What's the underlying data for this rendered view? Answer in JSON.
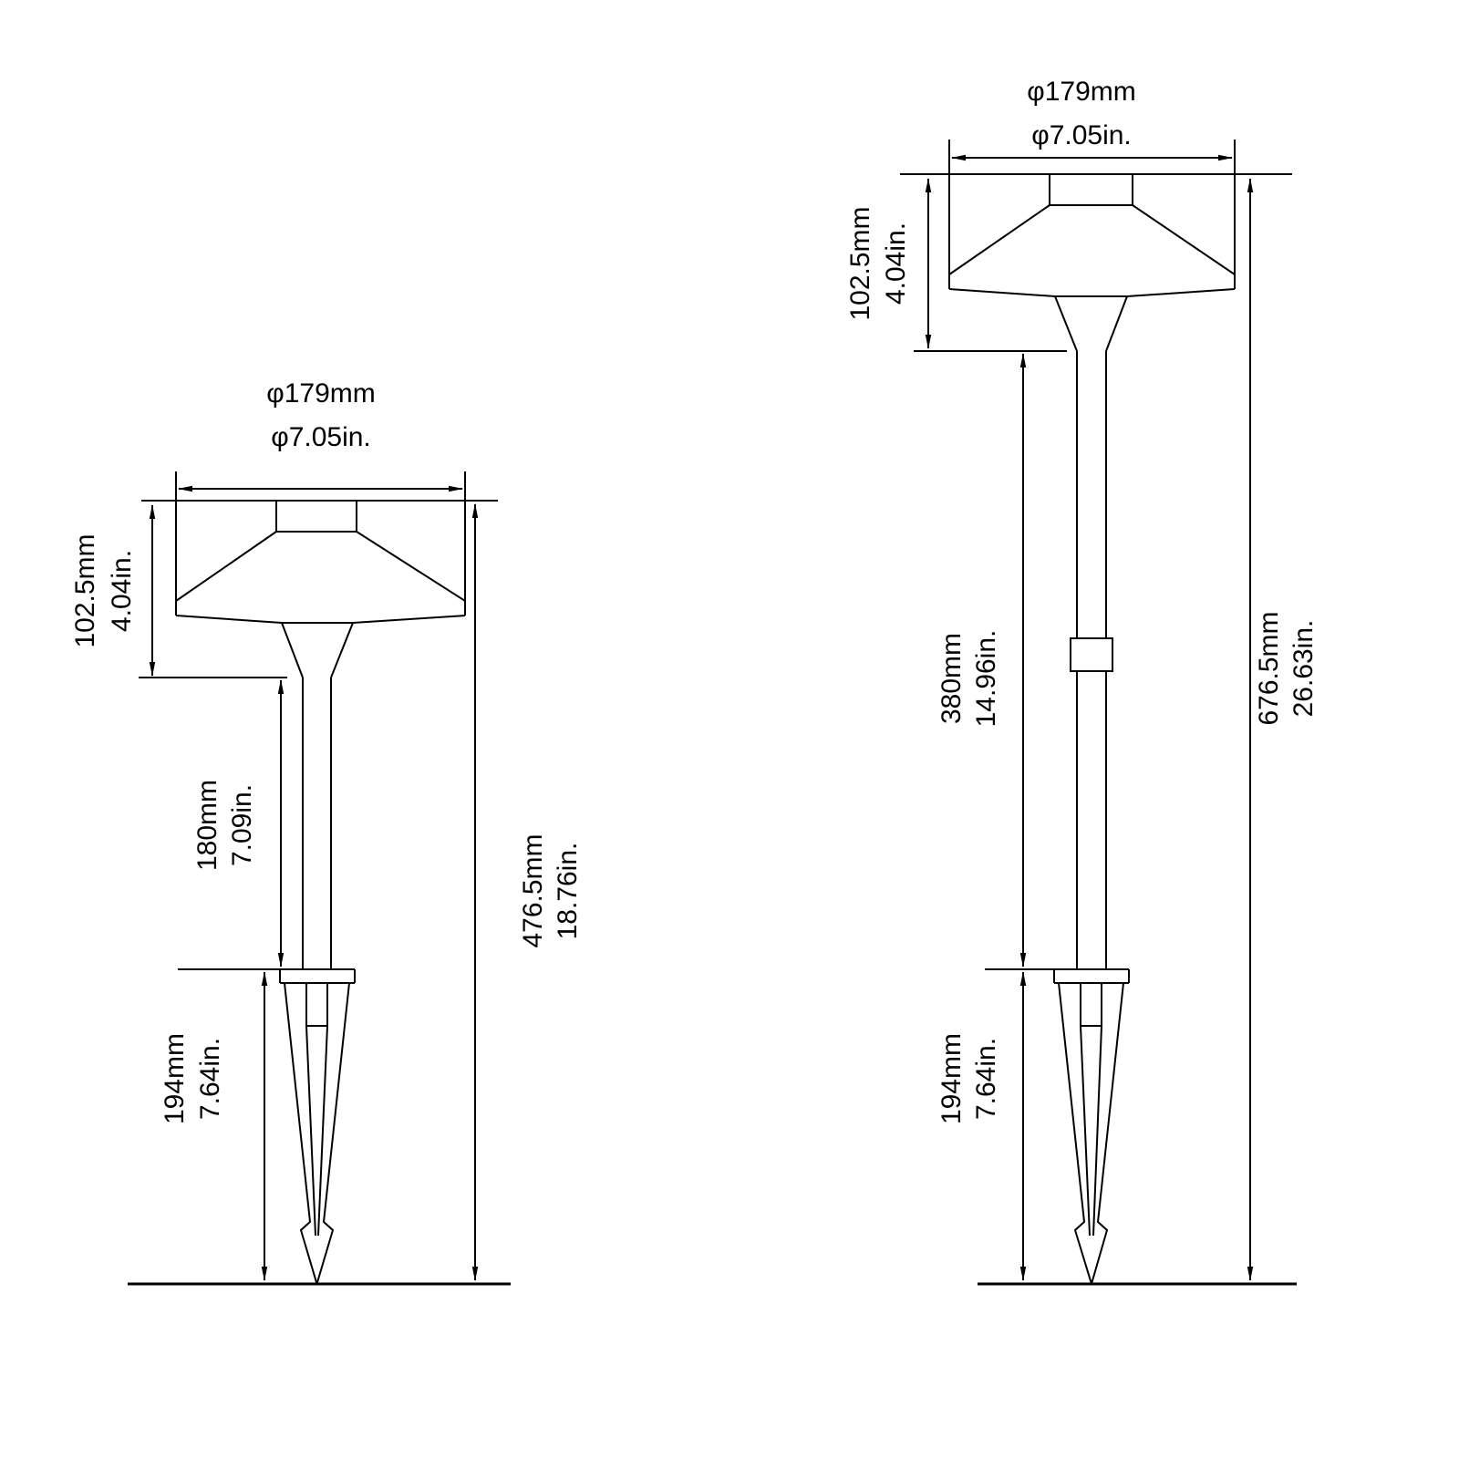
{
  "drawing": {
    "background": "#ffffff",
    "line_color": "#000000"
  },
  "left_figure": {
    "diameter_mm": "φ179mm",
    "diameter_in": "φ7.05in.",
    "shade_height_mm": "102.5mm",
    "shade_height_in": "4.04in.",
    "stem_mm": "180mm",
    "stem_in": "7.09in.",
    "spike_mm": "194mm",
    "spike_in": "7.64in.",
    "total_mm": "476.5mm",
    "total_in": "18.76in."
  },
  "right_figure": {
    "diameter_mm": "φ179mm",
    "diameter_in": "φ7.05in.",
    "shade_height_mm": "102.5mm",
    "shade_height_in": "4.04in.",
    "stem_mm": "380mm",
    "stem_in": "14.96in.",
    "spike_mm": "194mm",
    "spike_in": "7.64in.",
    "total_mm": "676.5mm",
    "total_in": "26.63in."
  }
}
